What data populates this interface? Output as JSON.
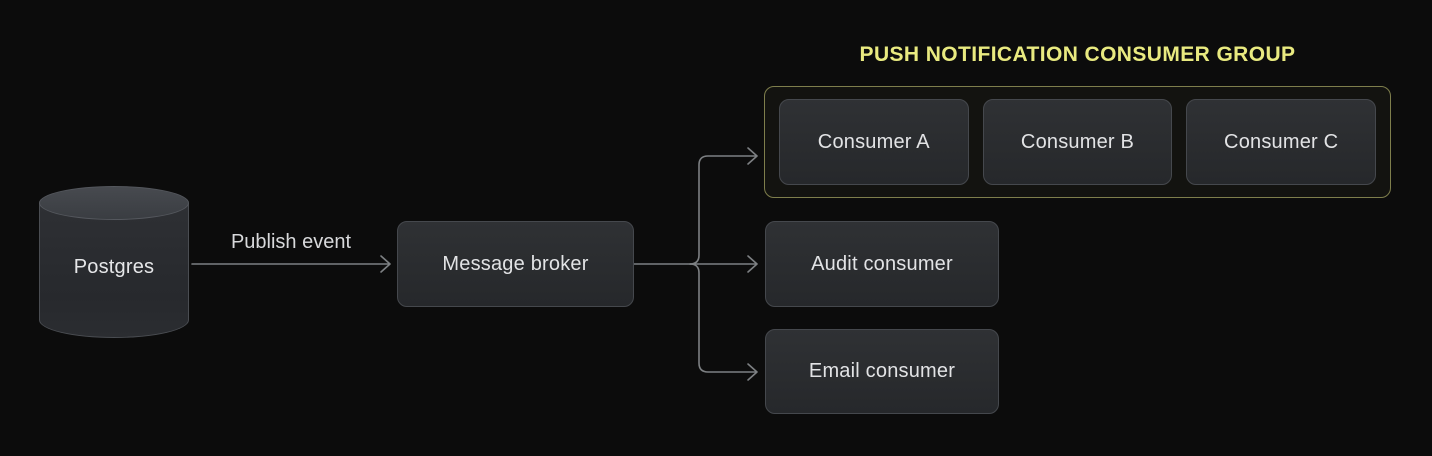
{
  "diagram": {
    "title": "event fan-out diagram",
    "colors": {
      "background": "#0c0c0c",
      "accent_yellow": "#e9ea80",
      "group_border": "#7e7e4c",
      "node_fill": "#2b2d30",
      "node_border": "#45484d",
      "line": "#7d8083",
      "text": "#e2e3e5"
    },
    "nodes": {
      "postgres": {
        "label": "Postgres",
        "shape": "database-cylinder"
      },
      "message_broker": {
        "label": "Message broker",
        "shape": "rounded-rect"
      },
      "audit_consumer": {
        "label": "Audit consumer",
        "shape": "rounded-rect"
      },
      "email_consumer": {
        "label": "Email consumer",
        "shape": "rounded-rect"
      }
    },
    "edges": {
      "publish_event": {
        "label": "Publish event",
        "from": "postgres",
        "to": "message_broker"
      },
      "broker_to_group": {
        "label": "",
        "from": "message_broker",
        "to": "push_notification_consumer_group"
      },
      "broker_to_audit": {
        "label": "",
        "from": "message_broker",
        "to": "audit_consumer"
      },
      "broker_to_email": {
        "label": "",
        "from": "message_broker",
        "to": "email_consumer"
      }
    },
    "consumer_group": {
      "title": "PUSH NOTIFICATION CONSUMER GROUP",
      "members": [
        {
          "label": "Consumer A"
        },
        {
          "label": "Consumer B"
        },
        {
          "label": "Consumer C"
        }
      ]
    }
  }
}
